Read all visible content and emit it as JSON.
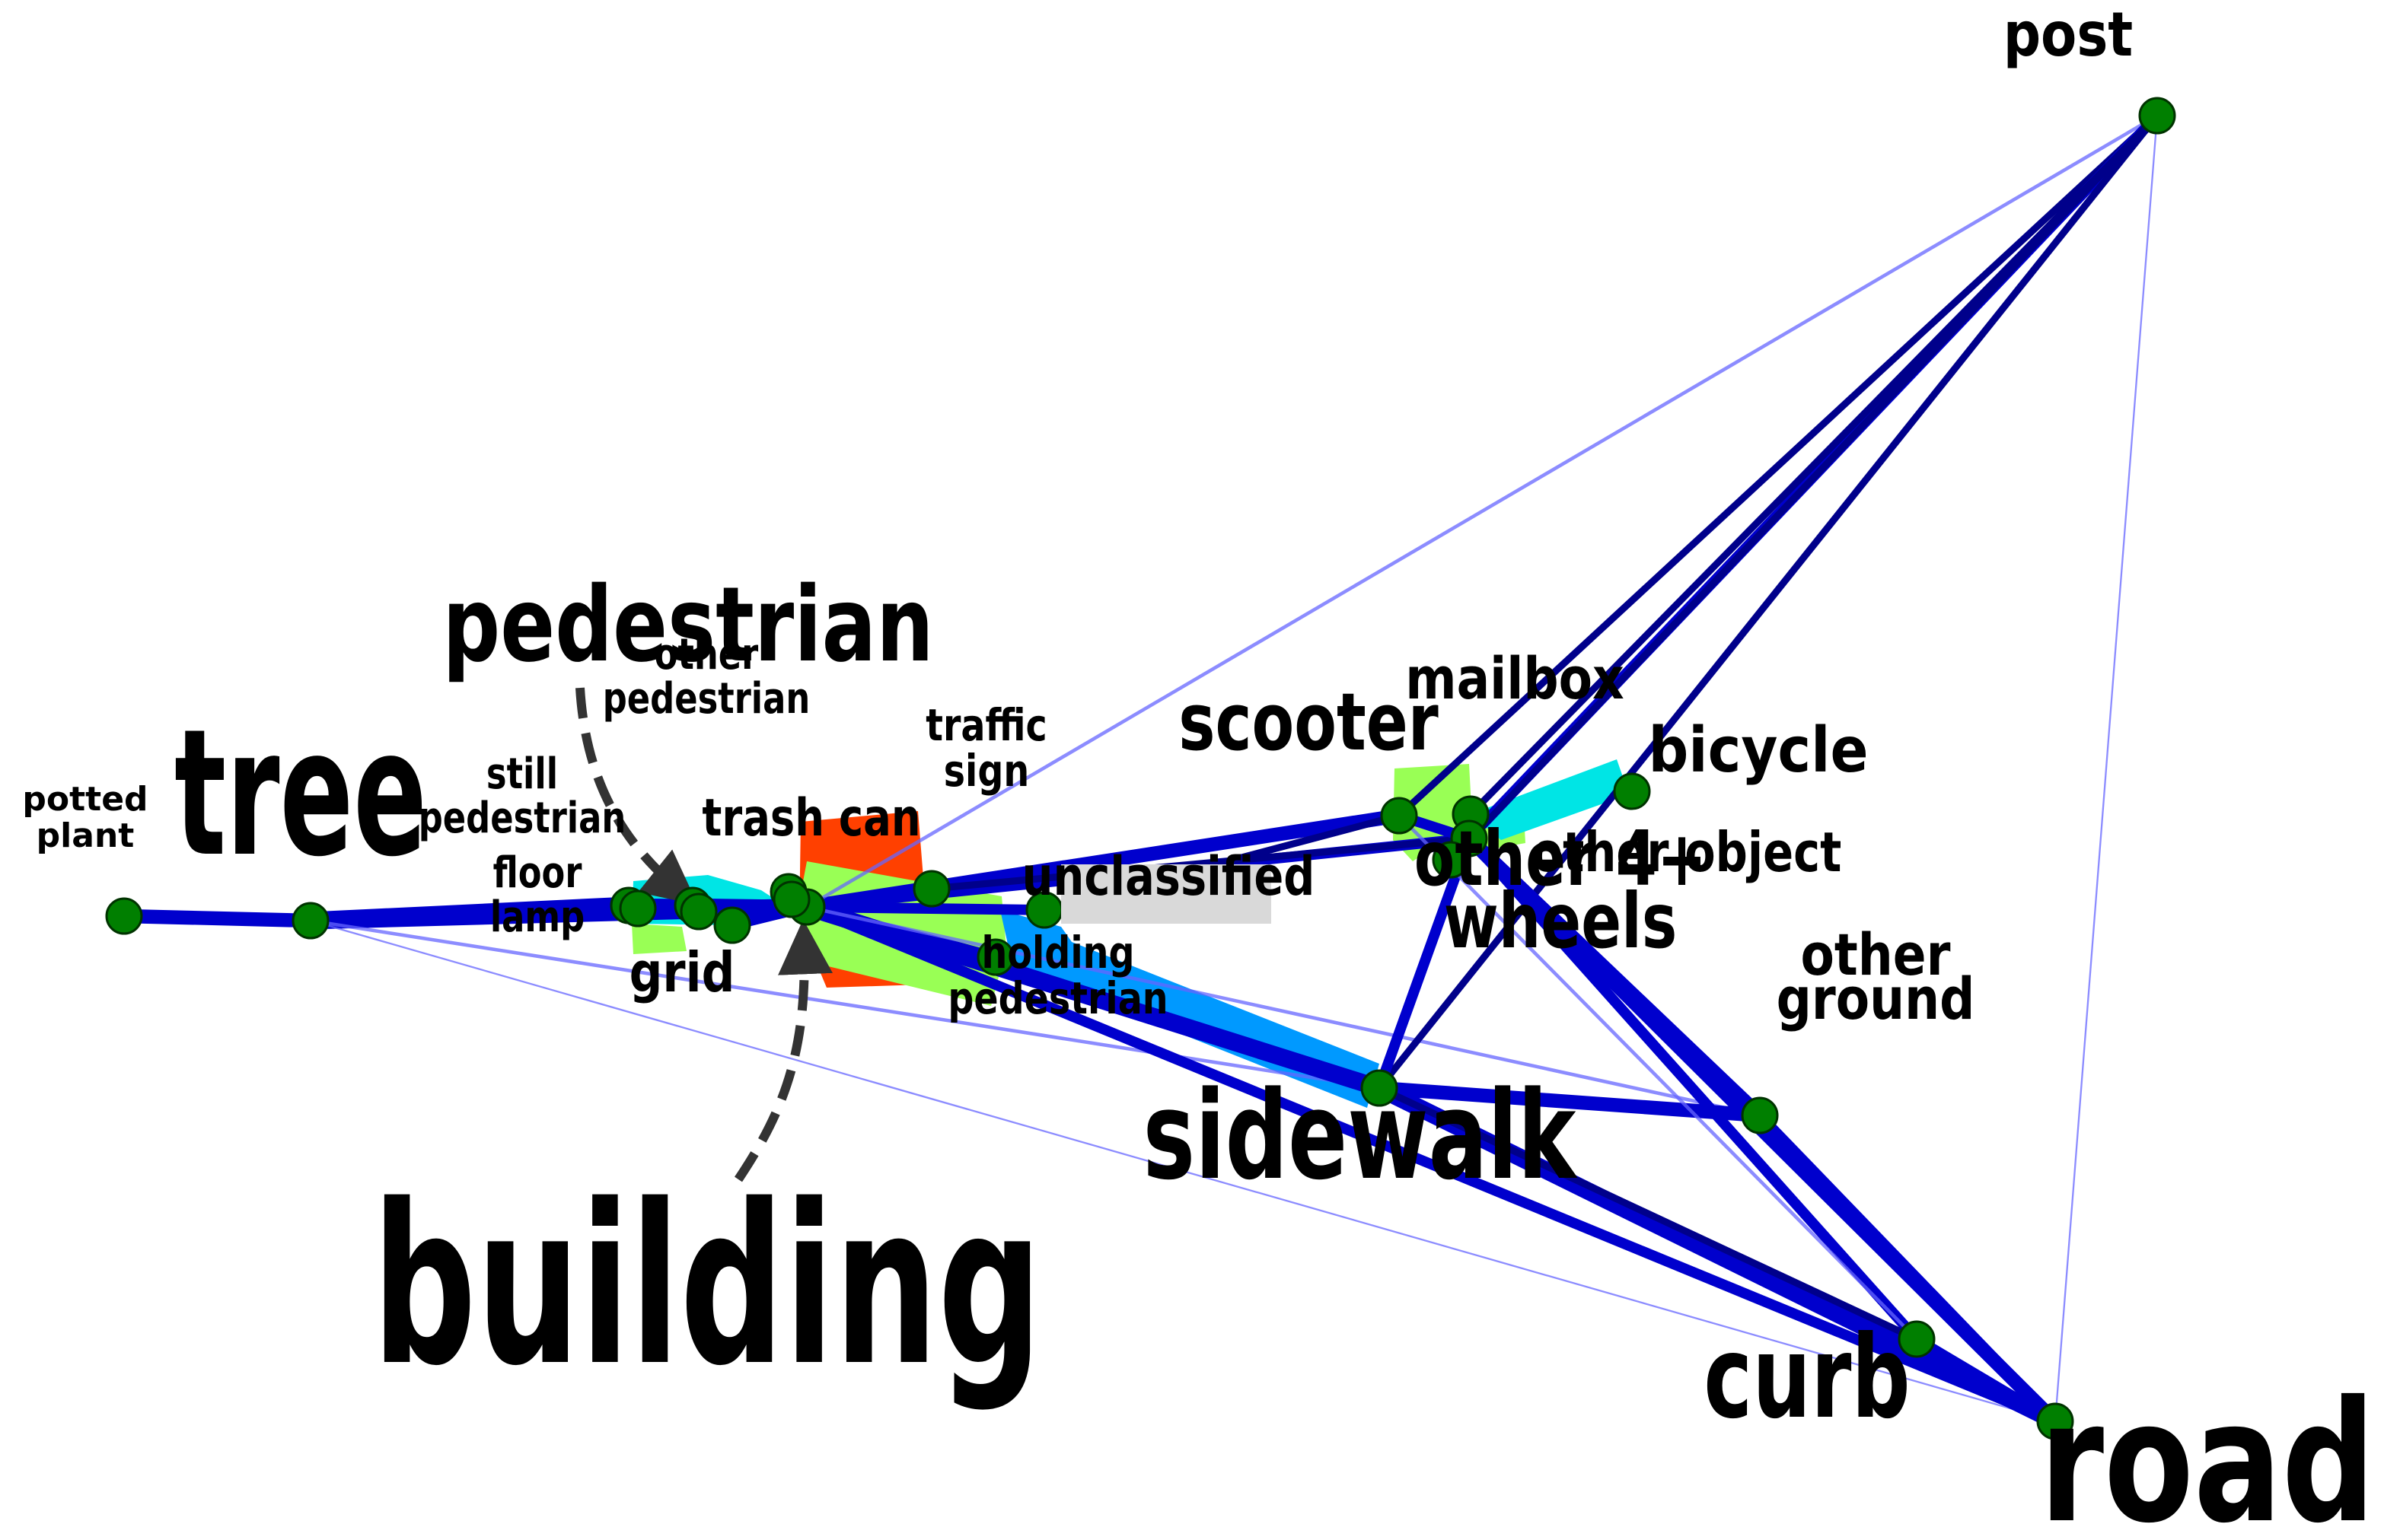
{
  "colors": {
    "edge": "#0000cd",
    "edge_dark": "#00008b",
    "edge_light": "#6666ff",
    "node_fill": "#007f00",
    "node_stroke": "#003300",
    "patch_cyan": "#00e5e5",
    "patch_blue": "#0099ff",
    "patch_green": "#99ff55",
    "patch_red": "#ff4000",
    "arrow": "#333333",
    "unclassified_bg": "#d9d9d9"
  },
  "nodes": [
    {
      "id": "potted_plant",
      "label": "potted\nplant"
    },
    {
      "id": "tree",
      "label": "tree"
    },
    {
      "id": "still_pedestrian",
      "label": "still\npedestrian"
    },
    {
      "id": "floor_lamp",
      "label": "floor\nlamp"
    },
    {
      "id": "pedestrian",
      "label": "pedestrian"
    },
    {
      "id": "other_pedestrian",
      "label": "other\npedestrian"
    },
    {
      "id": "grid",
      "label": "grid"
    },
    {
      "id": "trash_can",
      "label": "trash can"
    },
    {
      "id": "building",
      "label": "building"
    },
    {
      "id": "traffic_sign",
      "label": "traffic\nsign"
    },
    {
      "id": "holding_pedestrian",
      "label": "holding\npedestrian"
    },
    {
      "id": "unclassified",
      "label": "unclassified"
    },
    {
      "id": "scooter",
      "label": "scooter"
    },
    {
      "id": "mailbox",
      "label": "mailbox"
    },
    {
      "id": "other_object",
      "label": "other object"
    },
    {
      "id": "bicycle",
      "label": "bicycle"
    },
    {
      "id": "other_4_wheels",
      "label": "other 4+\nwheels"
    },
    {
      "id": "sidewalk",
      "label": "sidewalk"
    },
    {
      "id": "other_ground",
      "label": "other\nground"
    },
    {
      "id": "curb",
      "label": "curb"
    },
    {
      "id": "road",
      "label": "road"
    },
    {
      "id": "post",
      "label": "post"
    }
  ],
  "edges": [
    {
      "from": "potted_plant",
      "to": "tree",
      "weight": 4
    },
    {
      "from": "tree",
      "to": "still_pedestrian",
      "weight": 5
    },
    {
      "from": "tree",
      "to": "building",
      "weight": 5
    },
    {
      "from": "tree",
      "to": "sidewalk",
      "weight": 1
    },
    {
      "from": "tree",
      "to": "road",
      "weight": 0.5
    },
    {
      "from": "still_pedestrian",
      "to": "building",
      "weight": 4
    },
    {
      "from": "pedestrian",
      "to": "building",
      "weight": 4
    },
    {
      "from": "grid",
      "to": "building",
      "weight": 3
    },
    {
      "from": "trash_can",
      "to": "building",
      "weight": 3
    },
    {
      "from": "building",
      "to": "traffic_sign",
      "weight": 4
    },
    {
      "from": "building",
      "to": "holding_pedestrian",
      "weight": 3
    },
    {
      "from": "building",
      "to": "unclassified",
      "weight": 3
    },
    {
      "from": "building",
      "to": "scooter",
      "weight": 4
    },
    {
      "from": "building",
      "to": "other_object",
      "weight": 3
    },
    {
      "from": "building",
      "to": "sidewalk",
      "weight": 5
    },
    {
      "from": "building",
      "to": "road",
      "weight": 3
    },
    {
      "from": "building",
      "to": "other_ground",
      "weight": 1
    },
    {
      "from": "building",
      "to": "post",
      "weight": 1
    },
    {
      "from": "traffic_sign",
      "to": "other_object",
      "weight": 2
    },
    {
      "from": "unclassified",
      "to": "scooter",
      "weight": 2
    },
    {
      "from": "scooter",
      "to": "other_object",
      "weight": 3
    },
    {
      "from": "scooter",
      "to": "post",
      "weight": 2
    },
    {
      "from": "other_object",
      "to": "post",
      "weight": 3
    },
    {
      "from": "mailbox",
      "to": "post",
      "weight": 2
    },
    {
      "from": "other_4_wheels",
      "to": "post",
      "weight": 2
    },
    {
      "from": "sidewalk",
      "to": "post",
      "weight": 2
    },
    {
      "from": "other_object",
      "to": "other_4_wheels",
      "weight": 3
    },
    {
      "from": "other_object",
      "to": "sidewalk",
      "weight": 3
    },
    {
      "from": "other_object",
      "to": "other_ground",
      "weight": 4
    },
    {
      "from": "other_object",
      "to": "curb",
      "weight": 3
    },
    {
      "from": "other_object",
      "to": "road",
      "weight": 4
    },
    {
      "from": "sidewalk",
      "to": "other_ground",
      "weight": 4
    },
    {
      "from": "sidewalk",
      "to": "road",
      "weight": 5
    },
    {
      "from": "sidewalk",
      "to": "curb",
      "weight": 2
    },
    {
      "from": "other_ground",
      "to": "road",
      "weight": 3
    },
    {
      "from": "curb",
      "to": "road",
      "weight": 3
    },
    {
      "from": "scooter",
      "to": "curb",
      "weight": 1
    },
    {
      "from": "post",
      "to": "road",
      "weight": 0.5
    }
  ],
  "node_annotations": [
    {
      "node": "pedestrian",
      "arrow_to": "still_pedestrian"
    },
    {
      "node": "building",
      "arrow_to": "building_hub"
    }
  ]
}
